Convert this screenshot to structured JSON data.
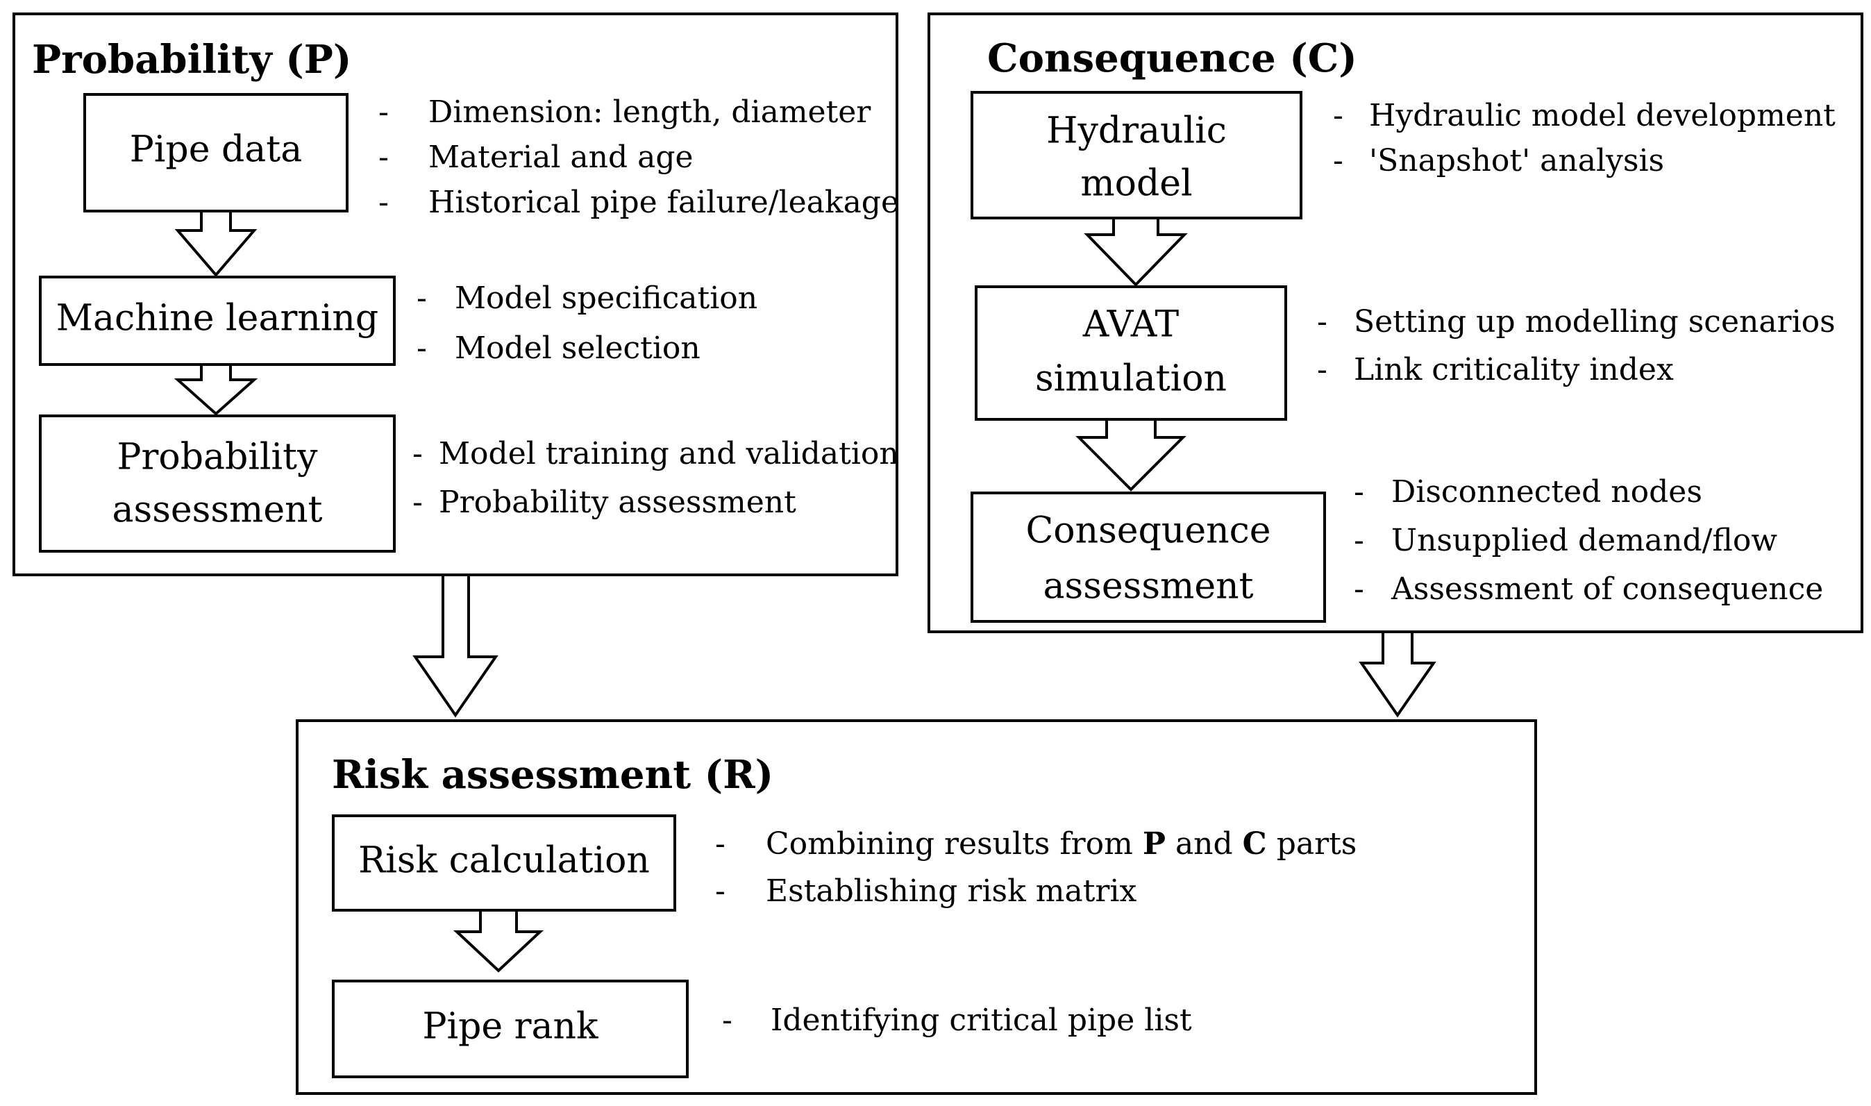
{
  "panels": {
    "probability": {
      "title": "Probability (P)",
      "steps": [
        {
          "label_lines": [
            "Pipe data"
          ],
          "bullets": [
            "Dimension: length, diameter",
            "Material and age",
            "Historical pipe failure/leakage"
          ]
        },
        {
          "label_lines": [
            "Machine learning"
          ],
          "bullets": [
            "Model specification",
            "Model selection"
          ]
        },
        {
          "label_lines": [
            "Probability",
            "assessment"
          ],
          "bullets": [
            "Model training and validation",
            "Probability assessment"
          ]
        }
      ]
    },
    "consequence": {
      "title": "Consequence (C)",
      "steps": [
        {
          "label_lines": [
            "Hydraulic",
            "model"
          ],
          "bullets": [
            "Hydraulic model development",
            "'Snapshot' analysis"
          ]
        },
        {
          "label_lines": [
            "AVAT",
            "simulation"
          ],
          "bullets": [
            "Setting up modelling scenarios",
            "Link criticality index"
          ]
        },
        {
          "label_lines": [
            "Consequence",
            "assessment"
          ],
          "bullets": [
            "Disconnected nodes",
            "Unsupplied demand/flow",
            "Assessment of consequence"
          ]
        }
      ]
    },
    "risk": {
      "title": "Risk assessment (R)",
      "steps": [
        {
          "label_lines": [
            "Risk calculation"
          ],
          "bullets": [
            [
              "Combining results from ",
              {
                "b": "P"
              },
              " and ",
              {
                "b": "C"
              },
              " parts"
            ],
            "Establishing risk matrix"
          ]
        },
        {
          "label_lines": [
            "Pipe rank"
          ],
          "bullets": [
            "Identifying critical pipe list"
          ]
        }
      ]
    }
  },
  "bullet_marker": "-"
}
